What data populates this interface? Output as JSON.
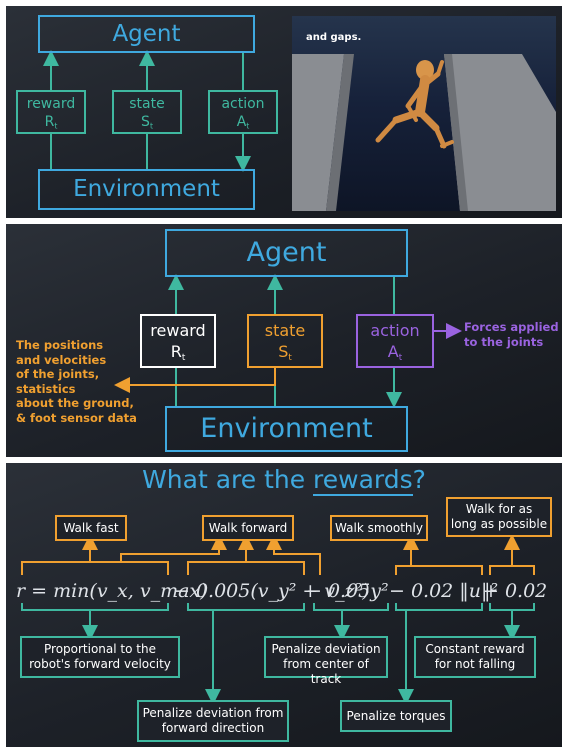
{
  "panel1": {
    "agent": "Agent",
    "environment": "Environment",
    "reward": {
      "label": "reward",
      "sym": "R",
      "sub": "t"
    },
    "state": {
      "label": "state",
      "sym": "S",
      "sub": "t"
    },
    "action": {
      "label": "action",
      "sym": "A",
      "sub": "t"
    },
    "video_caption": "and gaps."
  },
  "panel2": {
    "agent": "Agent",
    "environment": "Environment",
    "reward": {
      "label": "reward",
      "sym": "R",
      "sub": "t"
    },
    "state": {
      "label": "state",
      "sym": "S",
      "sub": "t"
    },
    "action": {
      "label": "action",
      "sym": "A",
      "sub": "t"
    },
    "state_note": [
      "The positions",
      "and velocities",
      "of the joints,",
      "statistics",
      "about the ground,",
      "& foot sensor data"
    ],
    "action_note": [
      "Forces applied",
      "to the joints"
    ]
  },
  "panel3": {
    "title_prefix": "What are the ",
    "title_highlight": "rewards",
    "title_suffix": "?",
    "goals": {
      "walk_fast": "Walk fast",
      "walk_forward": "Walk forward",
      "walk_smoothly": "Walk smoothly",
      "walk_long": [
        "Walk for as",
        "long as possible"
      ]
    },
    "formula_terms": {
      "t1": "r = min(v_x, v_max)",
      "t2": "− 0.005(v_y² + v_z²)",
      "t3": "− 0.05y²",
      "t4": "− 0.02 ‖u‖²",
      "t5": "+ 0.02"
    },
    "explanations": {
      "forward_velocity": [
        "Proportional to the",
        "robot's forward velocity"
      ],
      "center_track": [
        "Penalize deviation",
        "from center of track"
      ],
      "constant_reward": [
        "Constant reward",
        "for not falling"
      ],
      "forward_direction": [
        "Penalize deviation from",
        "forward direction"
      ],
      "torques": "Penalize torques"
    }
  },
  "colors": {
    "teal": "#3fb8a0",
    "blue": "#3fa9df",
    "orange": "#f0a030",
    "purple": "#9a63e0",
    "white": "#ffffff"
  }
}
